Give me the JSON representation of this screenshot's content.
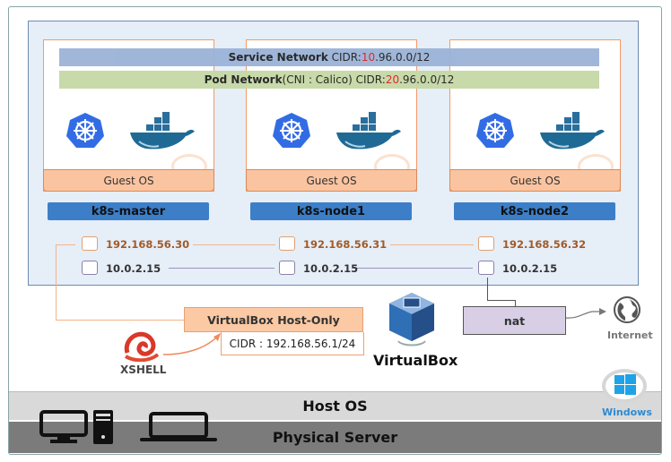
{
  "networks": {
    "service": {
      "name": "Service Network",
      "cidr_label": "CIDR: ",
      "cidr_highlight": "10",
      "cidr_rest": ".96.0.0/12"
    },
    "pod": {
      "name": "Pod Network",
      "cni": " (CNI : Calico) CIDR: ",
      "cidr_highlight": "20",
      "cidr_rest": ".96.0.0/12"
    }
  },
  "nodes": [
    {
      "name": "k8s-master",
      "guest_os": "Guest OS",
      "host_only_ip": "192.168.56.30",
      "nat_ip": "10.0.2.15"
    },
    {
      "name": "k8s-node1",
      "guest_os": "Guest OS",
      "host_only_ip": "192.168.56.31",
      "nat_ip": "10.0.2.15"
    },
    {
      "name": "k8s-node2",
      "guest_os": "Guest OS",
      "host_only_ip": "192.168.56.32",
      "nat_ip": "10.0.2.15"
    }
  ],
  "host_only": {
    "title": "VirtualBox Host-Only",
    "cidr": "CIDR : 192.168.56.1/24"
  },
  "nat": {
    "label": "nat"
  },
  "internet": {
    "label": "Internet"
  },
  "xshell": {
    "label": "XSHELL"
  },
  "virtualbox": {
    "label": "VirtualBox"
  },
  "windows": {
    "label": "Windows"
  },
  "host_os": {
    "label": "Host OS"
  },
  "physical": {
    "label": "Physical Server"
  },
  "colors": {
    "host_only": "#f3b487",
    "nat": "#9b93bd",
    "node_label": "#3c7fc8",
    "service_bar": "#9cb4d8",
    "pod_bar": "#c6d9a6",
    "highlight": "#e02020"
  }
}
